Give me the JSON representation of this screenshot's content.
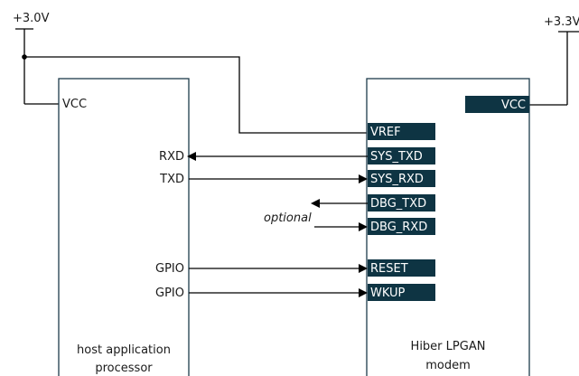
{
  "power": {
    "left_rail": "+3.0V",
    "right_rail": "+3.3V"
  },
  "host": {
    "vcc": "VCC",
    "pins": [
      "RXD",
      "TXD",
      "GPIO",
      "GPIO"
    ],
    "title_line1": "host application",
    "title_line2": "processor"
  },
  "modem": {
    "vcc": "VCC",
    "pins": [
      "VREF",
      "SYS_TXD",
      "SYS_RXD",
      "DBG_TXD",
      "DBG_RXD",
      "RESET",
      "WKUP"
    ],
    "title_line1": "Hiber LPGAN",
    "title_line2": "modem"
  },
  "note": "optional",
  "colors": {
    "pin_fill": "#0e3443",
    "box_stroke": "#1d3b4c",
    "wire": "#000000"
  }
}
